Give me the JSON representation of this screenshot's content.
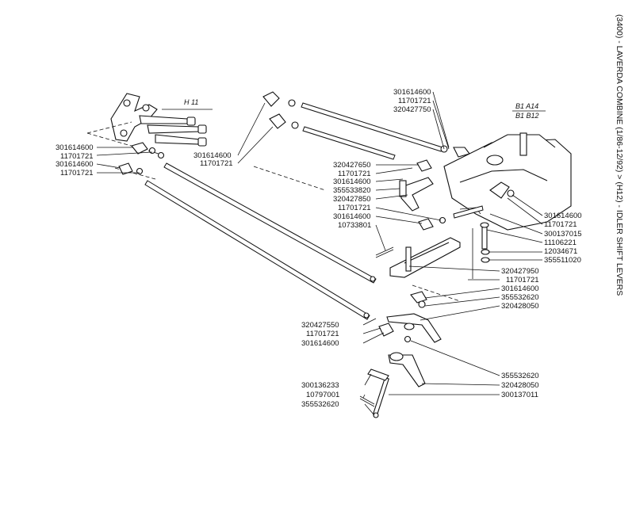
{
  "page_title": "(3400) - LAVERDA COMBINE (1/86-12/92) > (H12) - IDLER SHIFT LEVERS",
  "refs": {
    "h11": "H 11",
    "b1a14": "B1 A14",
    "b1b12": "B1 B12"
  },
  "labels": [
    "301614600",
    "11701721",
    "301614600",
    "11701721",
    "301614600",
    "11701721",
    "301614600",
    "11701721",
    "320427750",
    "320427650",
    "11701721",
    "301614600",
    "355533820",
    "320427850",
    "11701721",
    "301614600",
    "10733801",
    "301614600",
    "11701721",
    "300137015",
    "11106221",
    "12034671",
    "355511020",
    "320427950",
    "11701721",
    "301614600",
    "355532620",
    "320428050",
    "320427550",
    "11701721",
    "301614600",
    "355532620",
    "320428050",
    "300137011",
    "300136233",
    "10797001",
    "355532620"
  ]
}
